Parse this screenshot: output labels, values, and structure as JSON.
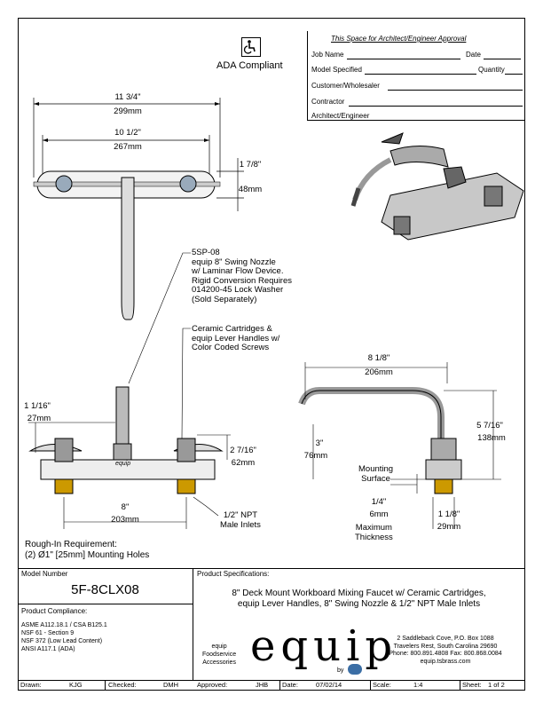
{
  "approval": {
    "title": "This Space for Architect/Engineer Approval",
    "job_name": "Job Name",
    "date": "Date",
    "model_specified": "Model Specified",
    "quantity": "Quantity",
    "customer": "Customer/Wholesaler",
    "contractor": "Contractor",
    "architect": "Architect/Engineer"
  },
  "ada": {
    "label": "ADA Compliant"
  },
  "top_view": {
    "overall_in": "11 3/4\"",
    "overall_mm": "299mm",
    "centers_in": "10 1/2\"",
    "centers_mm": "267mm",
    "depth_in": "1 7/8\"",
    "depth_mm": "48mm"
  },
  "callouts": {
    "nozzle": [
      "5SP-08",
      "equip 8\" Swing Nozzle",
      "w/ Laminar Flow Device.",
      "Rigid Conversion Requires",
      "014200-45 Lock Washer",
      "(Sold Separately)"
    ],
    "cartridges": [
      "Ceramic Cartridges &",
      "equip Lever Handles w/",
      "Color Coded Screws"
    ],
    "inlets": [
      "1/2\" NPT",
      "Male Inlets"
    ]
  },
  "front_view": {
    "brand_mark": "equip",
    "nozzle_height_in": "1 1/16\"",
    "nozzle_height_mm": "27mm",
    "handle_height_in": "2 7/16\"",
    "handle_height_mm": "62mm",
    "centers_in": "8\"",
    "centers_mm": "203mm"
  },
  "side_view": {
    "reach_in": "8 1/8\"",
    "reach_mm": "206mm",
    "height_in": "5 7/16\"",
    "height_mm": "138mm",
    "spout_in": "3\"",
    "spout_mm": "76mm",
    "mounting_surface": [
      "Mounting",
      "Surface"
    ],
    "thickness_in": "1/4\"",
    "thickness_mm": "6mm",
    "max_thickness": [
      "Maximum",
      "Thickness"
    ],
    "shank_in": "1 1/8\"",
    "shank_mm": "29mm"
  },
  "rough_in": {
    "title": "Rough-In Requirement:",
    "detail": "(2) Ø1\" [25mm] Mounting Holes"
  },
  "model": {
    "label": "Model Number",
    "value": "5F-8CLX08"
  },
  "specs": {
    "label": "Product Specifications:",
    "line1": "8\" Deck Mount Workboard Mixing Faucet w/ Ceramic Cartridges,",
    "line2": "equip Lever Handles, 8\" Swing Nozzle & 1/2\" NPT Male Inlets"
  },
  "compliance": {
    "label": "Product Compliance:",
    "items": [
      "ASME A112.18.1 / CSA B125.1",
      "NSF 61 - Section 9",
      "NSF 372 (Low Lead Content)",
      "ANSI A117.1 (ADA)"
    ]
  },
  "brand": {
    "tagline": [
      "equip",
      "Foodservice",
      "Accessories"
    ],
    "logo": "equip",
    "by": "by",
    "address": [
      "2 Saddleback Cove, P.O. Box 1088",
      "Travelers Rest, South Carolina 29690",
      "Phone: 800.891.4808  Fax: 800.868.0084",
      "equip.tsbrass.com"
    ]
  },
  "title_block": {
    "drawn_label": "Drawn:",
    "drawn": "KJG",
    "checked_label": "Checked:",
    "checked": "DMH",
    "approved_label": "Approved:",
    "approved": "JHB",
    "date_label": "Date:",
    "date": "07/02/14",
    "scale_label": "Scale:",
    "scale": "1:4",
    "sheet_label": "Sheet:",
    "sheet": "1  of  2"
  }
}
